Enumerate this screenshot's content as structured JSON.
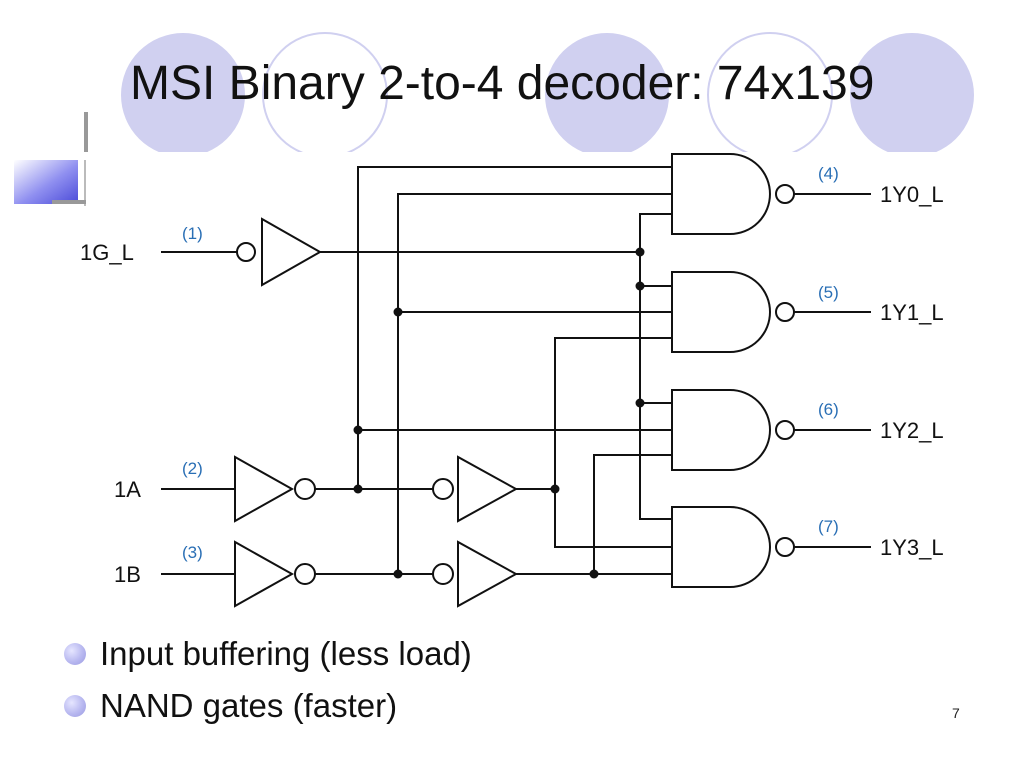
{
  "slide": {
    "title": "MSI Binary 2-to-4 decoder: 74x139",
    "bullets": [
      "Input buffering (less load)",
      "NAND gates (faster)"
    ],
    "page_number": "7"
  },
  "diagram": {
    "inputs": [
      {
        "label": "1G_L",
        "pin": "(1)"
      },
      {
        "label": "1A",
        "pin": "(2)"
      },
      {
        "label": "1B",
        "pin": "(3)"
      }
    ],
    "outputs": [
      {
        "label": "1Y0_L",
        "pin": "(4)"
      },
      {
        "label": "1Y1_L",
        "pin": "(5)"
      },
      {
        "label": "1Y2_L",
        "pin": "(6)"
      },
      {
        "label": "1Y3_L",
        "pin": "(7)"
      }
    ],
    "colors": {
      "circle_fill": "#d0d0f0",
      "pin_label": "#2a6fb5",
      "wire": "#111111"
    }
  }
}
